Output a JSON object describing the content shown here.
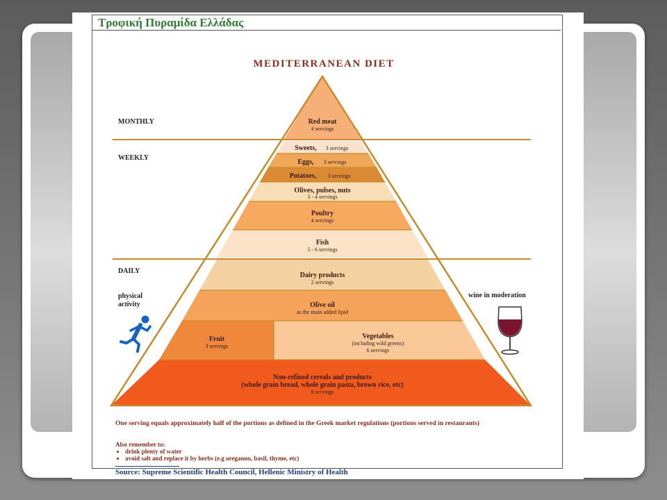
{
  "title_greek": "Τροφική Πυραμίδα Ελλάδας",
  "diet_title": "MEDITERRANEAN DIET",
  "frequencies": {
    "monthly": "MONTHLY",
    "weekly": "WEEKLY",
    "daily": "DAILY"
  },
  "side_labels": {
    "physical_activity_1": "physical",
    "physical_activity_2": "activity",
    "wine": "wine in moderation"
  },
  "tiers": {
    "red_meat": {
      "name": "Red meat",
      "servings": "4 servings"
    },
    "sweets": {
      "name": "Sweets,",
      "servings": "3 servings"
    },
    "eggs": {
      "name": "Eggs,",
      "servings": "3 servings"
    },
    "potatoes": {
      "name": "Potatoes,",
      "servings": "3 servings"
    },
    "olives": {
      "name": "Olives, pulses, nuts",
      "servings": "3 - 4 servings"
    },
    "poultry": {
      "name": "Poultry",
      "servings": "4 servings"
    },
    "fish": {
      "name": "Fish",
      "servings": "5 - 6 servings"
    },
    "dairy": {
      "name": "Dairy products",
      "servings": "2 servings"
    },
    "olive_oil": {
      "name": "Olive oil",
      "servings": "as the main added lipid"
    },
    "fruit": {
      "name": "Fruit",
      "servings": "3 servings"
    },
    "vegetables": {
      "name": "Vegetables",
      "detail": "(including wild greens)",
      "servings": "6 servings"
    },
    "cereals": {
      "name": "Non-refined cereals and products",
      "detail": "(whole grain bread, whole grain pasta, brown rice, etc)",
      "servings": "8 servings"
    }
  },
  "serving_note": "One serving equals approximately half of the portions as defined in the Greek market regulations (portions served in restaurants)",
  "remember": {
    "title": "Also remember to:",
    "items": [
      "drink plenty of water",
      "avoid salt and replace it by herbs (e.g oreganon, basil, thyme, etc)"
    ]
  },
  "source": "Source: Supreme Scientific Health Council, Hellenic Ministry of Health",
  "colors": {
    "title_green": "#2e7d32",
    "outline": "#c98a2b",
    "text_red": "#8b2c1c",
    "source_blue": "#1a3d8a",
    "cereals": "#f05a1c",
    "fruit": "#f0883c",
    "vegetables": "#fbc89a",
    "olive_oil": "#f5a35a",
    "dairy": "#f3d1a0",
    "fish": "#fce2c6",
    "poultry": "#f7a960",
    "olives": "#f8ddb6",
    "potatoes": "#d98a32",
    "eggs": "#f0a858",
    "sweets": "#f9e2cd",
    "red_meat": "#f6b077"
  },
  "icons": {
    "activity": "running-person-icon",
    "wine": "wine-glass-icon"
  }
}
